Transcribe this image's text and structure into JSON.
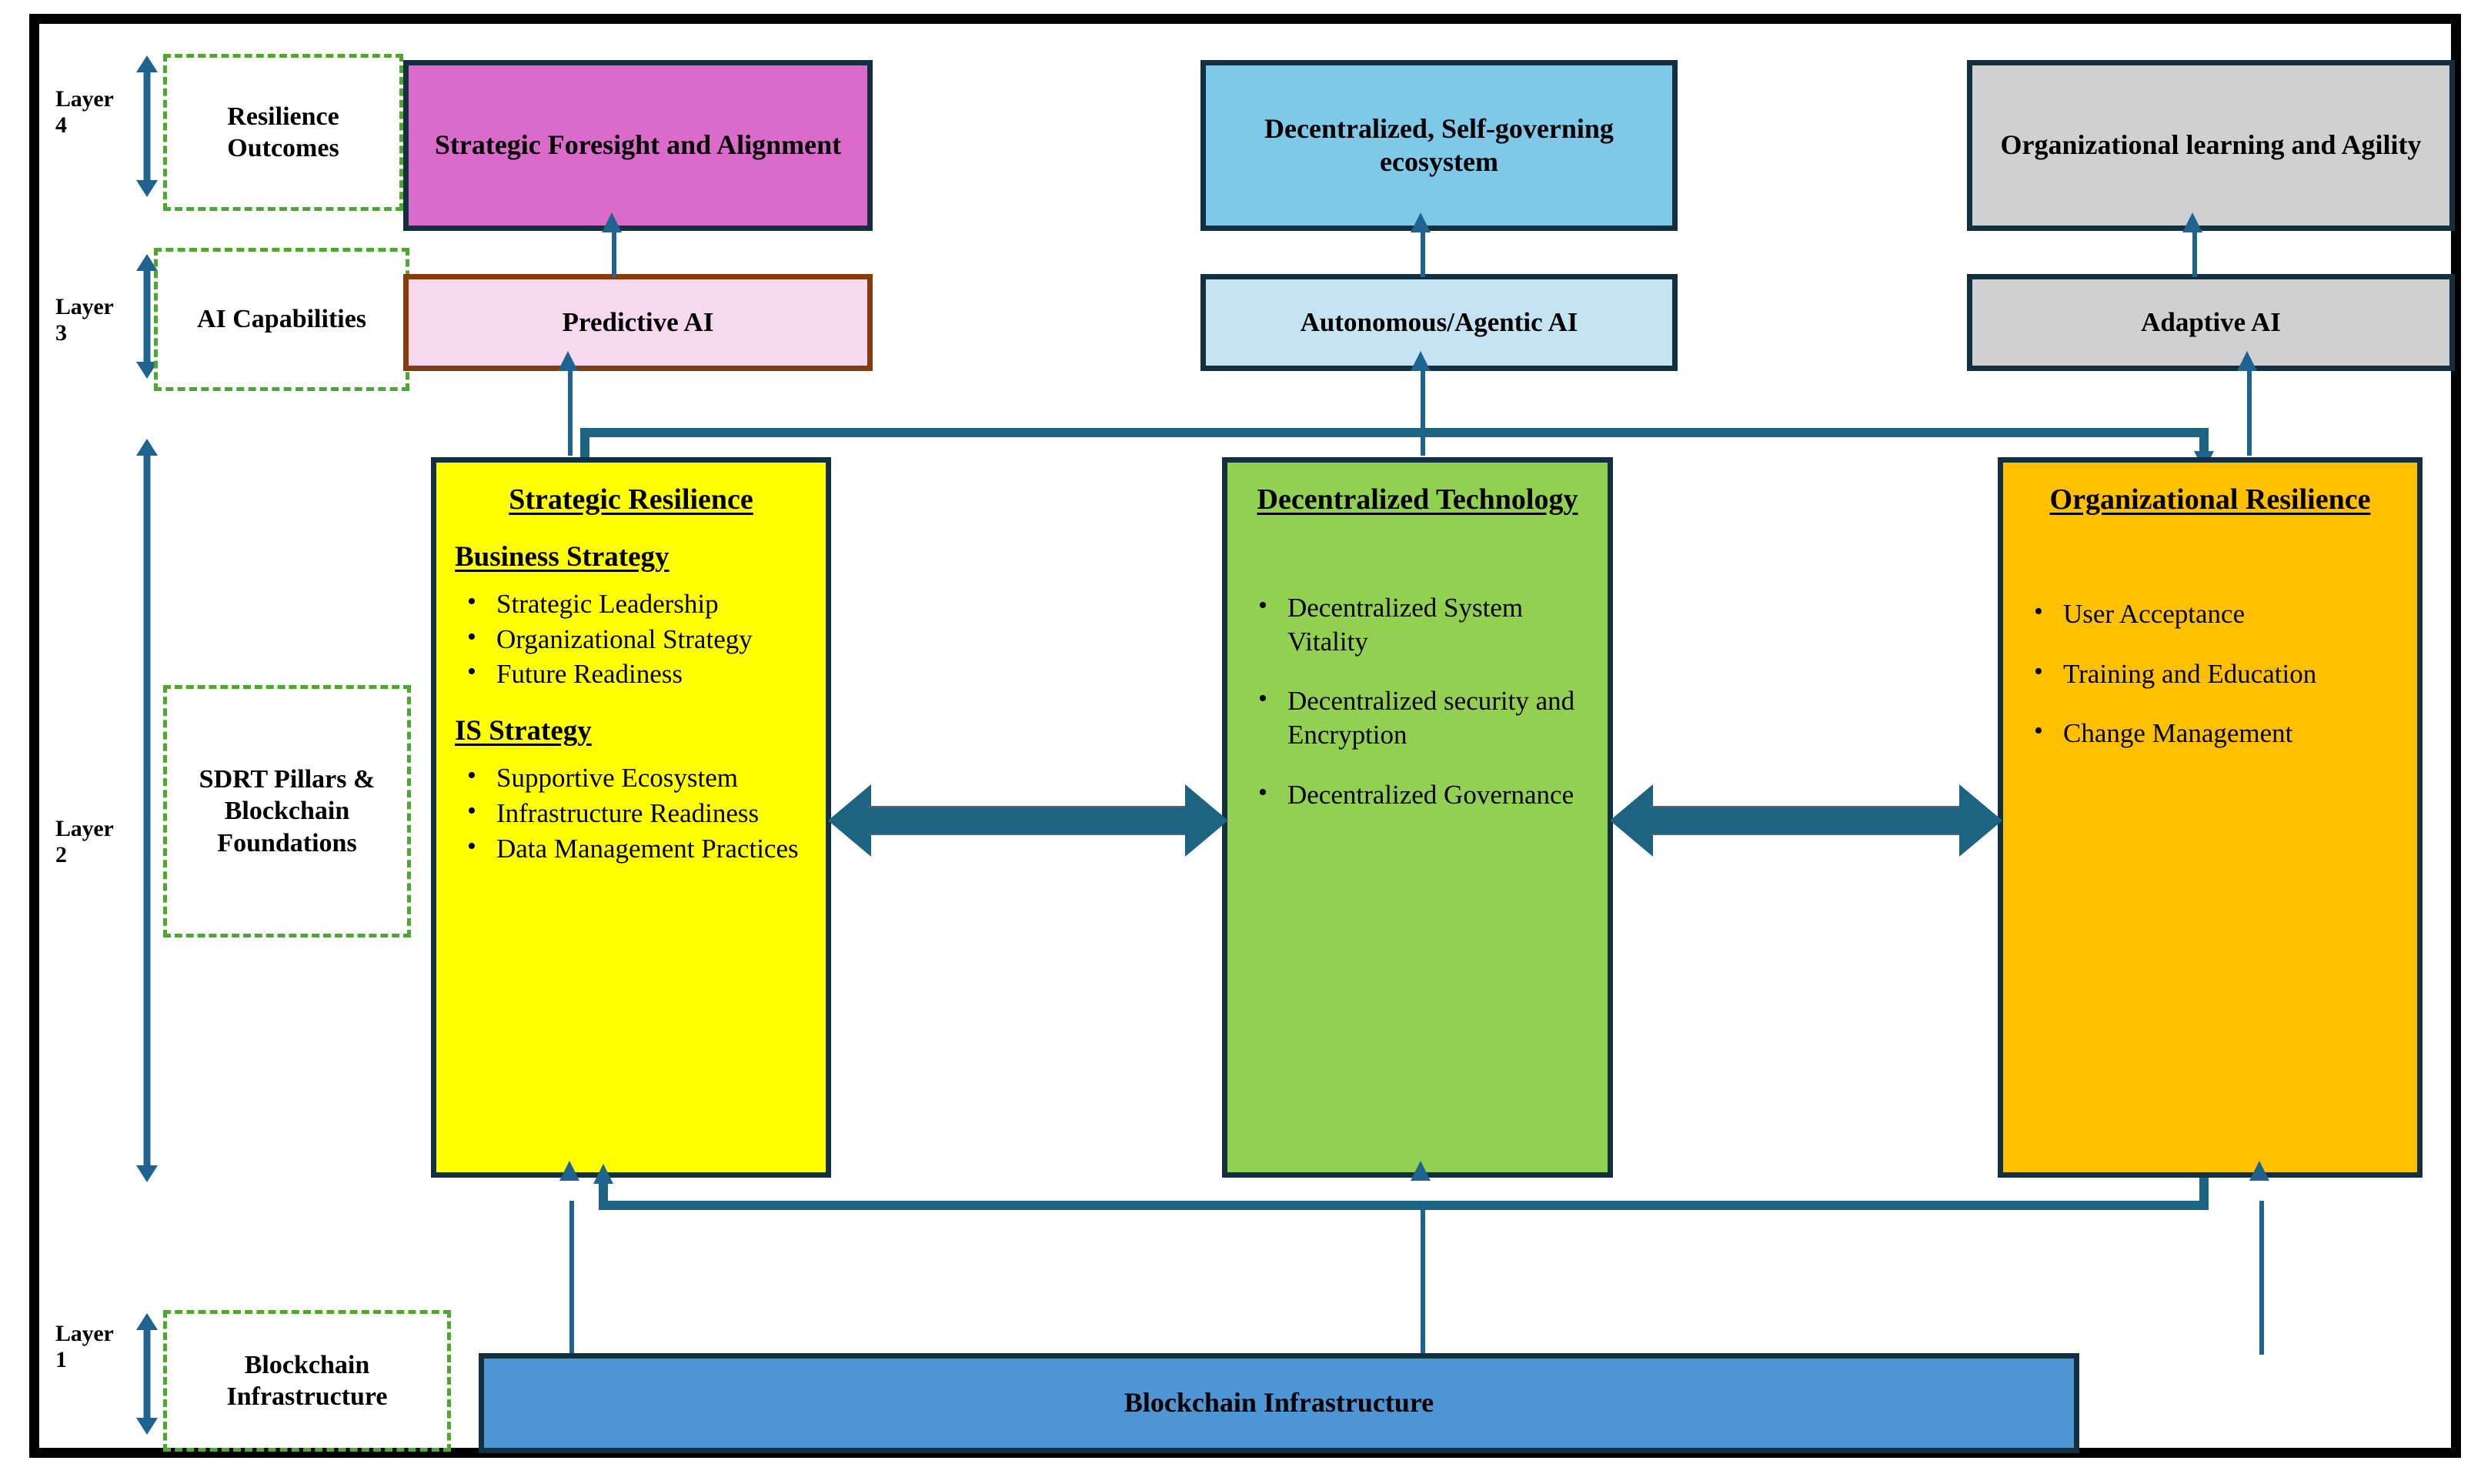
{
  "colors": {
    "frame_border": "#000000",
    "node_border": "#12303f",
    "connector": "#1f6390",
    "block_arrow": "#1d6382",
    "dashed_label": "#4ea72e",
    "strategic_resilience_fill": "#ffff00",
    "decentralized_technology_fill": "#92d051",
    "organizational_resilience_fill": "#ffc000",
    "blockchain_bar_fill": "#4e95d3",
    "strategic_foresight_fill": "#da6bca",
    "self_governing_fill": "#7ec8e8",
    "org_learning_fill": "#d0d0d0",
    "predictive_ai_fill": "#f6d9ef",
    "predictive_ai_border": "#843c0c",
    "autonomous_ai_fill": "#c5e3f2",
    "adaptive_ai_fill": "#d0d0d0"
  },
  "layers": [
    {
      "id": "layer4",
      "label": "Layer\n4",
      "label_line1": "Layer",
      "label_line2": "4",
      "descriptor": "Resilience Outcomes"
    },
    {
      "id": "layer3",
      "label_line1": "Layer",
      "label_line2": "3",
      "descriptor": "AI Capabilities"
    },
    {
      "id": "layer2",
      "label_line1": "Layer",
      "label_line2": "2",
      "descriptor": "SDRT Pillars & Blockchain Foundations"
    },
    {
      "id": "layer1",
      "label_line1": "Layer",
      "label_line2": "1",
      "descriptor": "Blockchain Infrastructure"
    }
  ],
  "outcomes": [
    {
      "id": "strategic-foresight",
      "label": "Strategic Foresight and Alignment"
    },
    {
      "id": "self-governing-ecosystem",
      "label": "Decentralized, Self-governing ecosystem"
    },
    {
      "id": "organizational-learning",
      "label": "Organizational learning and Agility"
    }
  ],
  "ai_capabilities": [
    {
      "id": "predictive-ai",
      "label": "Predictive AI"
    },
    {
      "id": "autonomous-agentic-ai",
      "label": "Autonomous/Agentic AI"
    },
    {
      "id": "adaptive-ai",
      "label": "Adaptive AI"
    }
  ],
  "pillars": [
    {
      "id": "strategic-resilience",
      "title": "Strategic Resilience",
      "sections": [
        {
          "heading": "Business Strategy",
          "items": [
            "Strategic Leadership",
            "Organizational Strategy",
            "Future Readiness"
          ]
        },
        {
          "heading": "IS Strategy",
          "items": [
            "Supportive Ecosystem",
            "Infrastructure Readiness",
            "Data Management Practices"
          ]
        }
      ]
    },
    {
      "id": "decentralized-technology",
      "title": "Decentralized Technology",
      "sections": [
        {
          "heading": "",
          "items": [
            "Decentralized System Vitality",
            "Decentralized security and Encryption",
            "Decentralized Governance"
          ]
        }
      ]
    },
    {
      "id": "organizational-resilience",
      "title": "Organizational Resilience",
      "sections": [
        {
          "heading": "",
          "items": [
            "User Acceptance",
            "Training and Education",
            "Change Management"
          ]
        }
      ]
    }
  ],
  "foundation": {
    "id": "blockchain-infrastructure",
    "label": "Blockchain Infrastructure"
  }
}
